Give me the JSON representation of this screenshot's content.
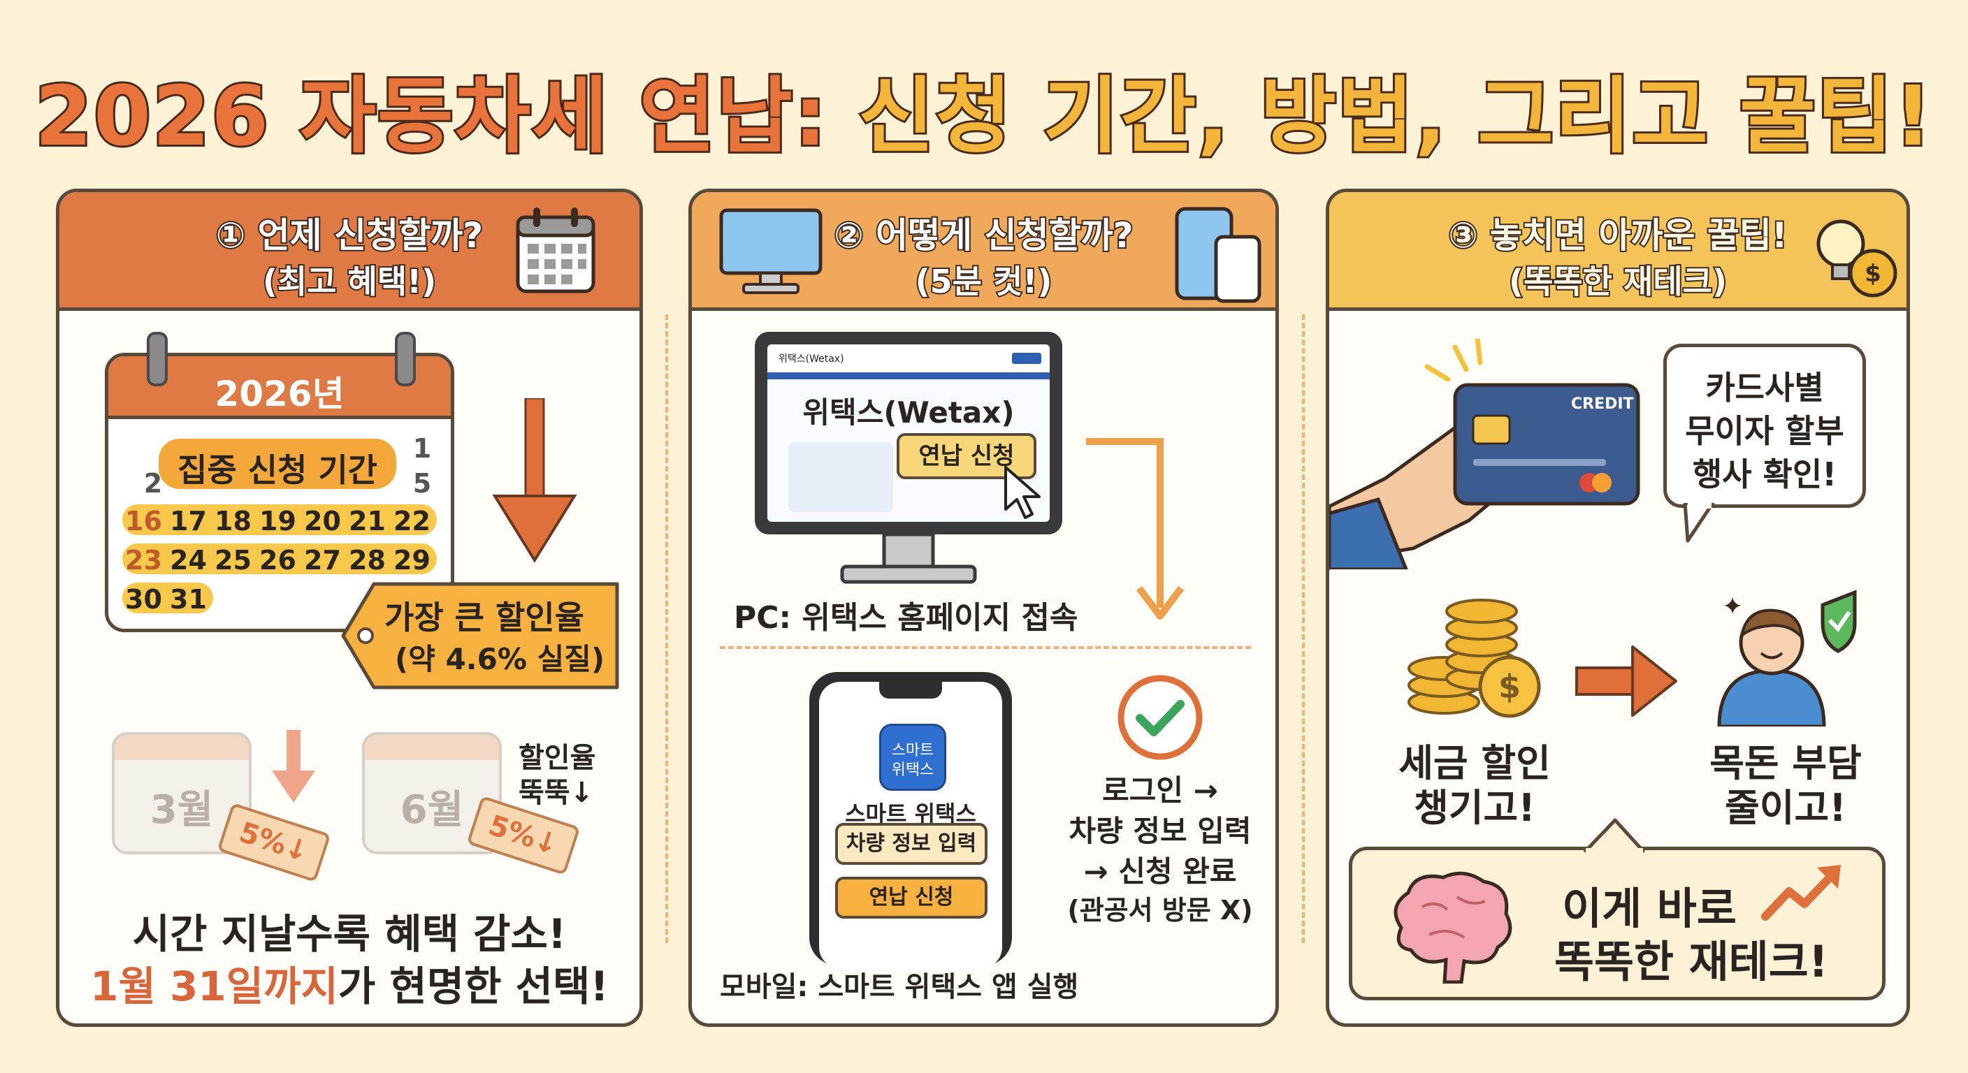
{
  "title": {
    "part1": "2026 자동차세 연납: ",
    "part2": "신청 기간, 방법, 그리고 꿀팁!"
  },
  "panel1": {
    "header_line1": "① 언제 신청할까?",
    "header_line2": "(최고 혜택!)",
    "calendar_year": "2026년",
    "calendar_highlight": "집중 신청 기간",
    "days": {
      "d1": "1",
      "d2": "2",
      "d5": "5",
      "row1": [
        "16",
        "17",
        "18",
        "19",
        "20",
        "21",
        "22"
      ],
      "row2": [
        "23",
        "24",
        "25",
        "26",
        "27",
        "28",
        "29"
      ],
      "row3": [
        "30",
        "31"
      ]
    },
    "discount_tag_line1": "가장 큰 할인율",
    "discount_tag_line2": "(약 4.6% 실질)",
    "march": "3월",
    "june": "6월",
    "march_rate": "5%↓",
    "june_rate": "5%↓",
    "rate_note_line1": "할인율",
    "rate_note_line2": "뚝뚝↓",
    "footer_line1": "시간 지날수록 혜택 감소!",
    "footer_line2_highlight": "1월 31일까지",
    "footer_line2_rest": "가 현명한 선택!"
  },
  "panel2": {
    "header_line1": "② 어떻게 신청할까?",
    "header_line2": "(5분 컷!)",
    "site_brand": "위택스(Wetax)",
    "site_title": "위택스(Wetax)",
    "site_button": "연납 신청",
    "pc_caption": "PC: 위택스 홈페이지 접속",
    "app_icon_line1": "스마트",
    "app_icon_line2": "위택스",
    "app_name": "스마트 위택스",
    "app_button1": "차량 정보 입력",
    "app_button2": "연납 신청",
    "steps_line1": "로그인 →",
    "steps_line2": "차량 정보 입력",
    "steps_line3": "→ 신청 완료",
    "steps_line4": "(관공서 방문 X)",
    "mobile_caption": "모바일: 스마트 위택스 앱 실행"
  },
  "panel3": {
    "header_line1": "③ 놓치면 아까운 꿀팁!",
    "header_line2": "(똑똑한 재테크)",
    "card_label": "CREDIT",
    "bubble_line1": "카드사별",
    "bubble_line2": "무이자 할부",
    "bubble_line3": "행사 확인!",
    "coins_line1": "세금 할인",
    "coins_line2": "챙기고!",
    "person_line1": "목돈 부담",
    "person_line2": "줄이고!",
    "final_line1": "이게 바로",
    "final_line2": "똑똑한 재테크!"
  },
  "colors": {
    "orange": "#e07a45",
    "light_orange": "#f0a85a",
    "yellow": "#f4c458",
    "background": "#fdf1d6"
  }
}
